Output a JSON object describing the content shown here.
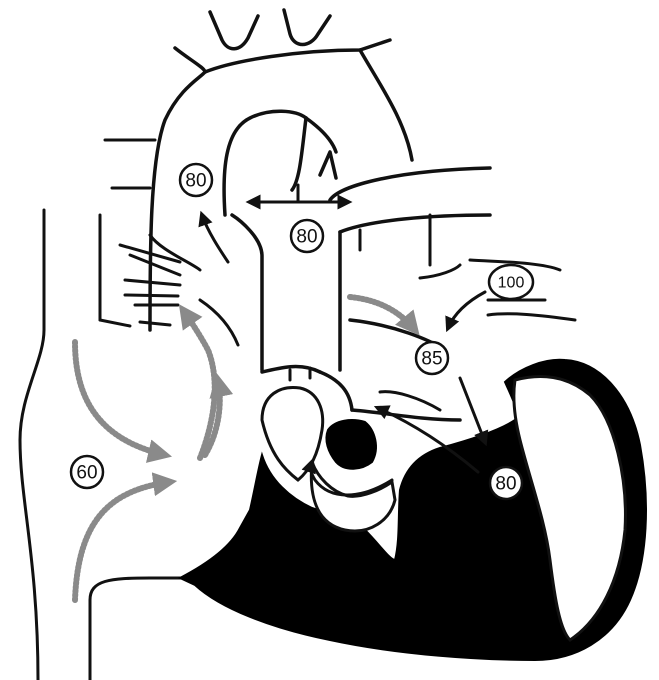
{
  "saturations": {
    "aorta": "80",
    "pulmonary_artery": "80",
    "pulmonary_vein": "100",
    "left_atrium": "85",
    "left_ventricle": "80",
    "right_atrium": "60"
  },
  "colors": {
    "outline": "#111111",
    "solid_region": "#000000",
    "hatched_arrow": "#8a8a8a",
    "background": "#ffffff"
  }
}
